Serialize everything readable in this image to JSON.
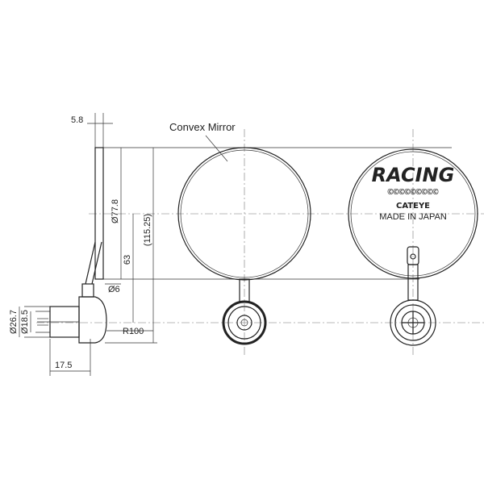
{
  "labels": {
    "convex_mirror": "Convex Mirror"
  },
  "dimensions": {
    "thickness": "5.8",
    "mirror_diameter": "Ø77.8",
    "overall_height": "(115.25)",
    "arm_height": "63",
    "arm_diameter": "Ø6",
    "clamp_radius": "R100",
    "outer_diameter": "Ø26.7",
    "inner_diameter": "Ø18.5",
    "clamp_length": "17.5"
  },
  "back_face": {
    "logo_text": "RACING",
    "sub_text": "ⒸⒸⒸⒸⒸⒸⒸⒸⒸ",
    "brand": "CATEYE",
    "origin": "MADE IN JAPAN"
  }
}
